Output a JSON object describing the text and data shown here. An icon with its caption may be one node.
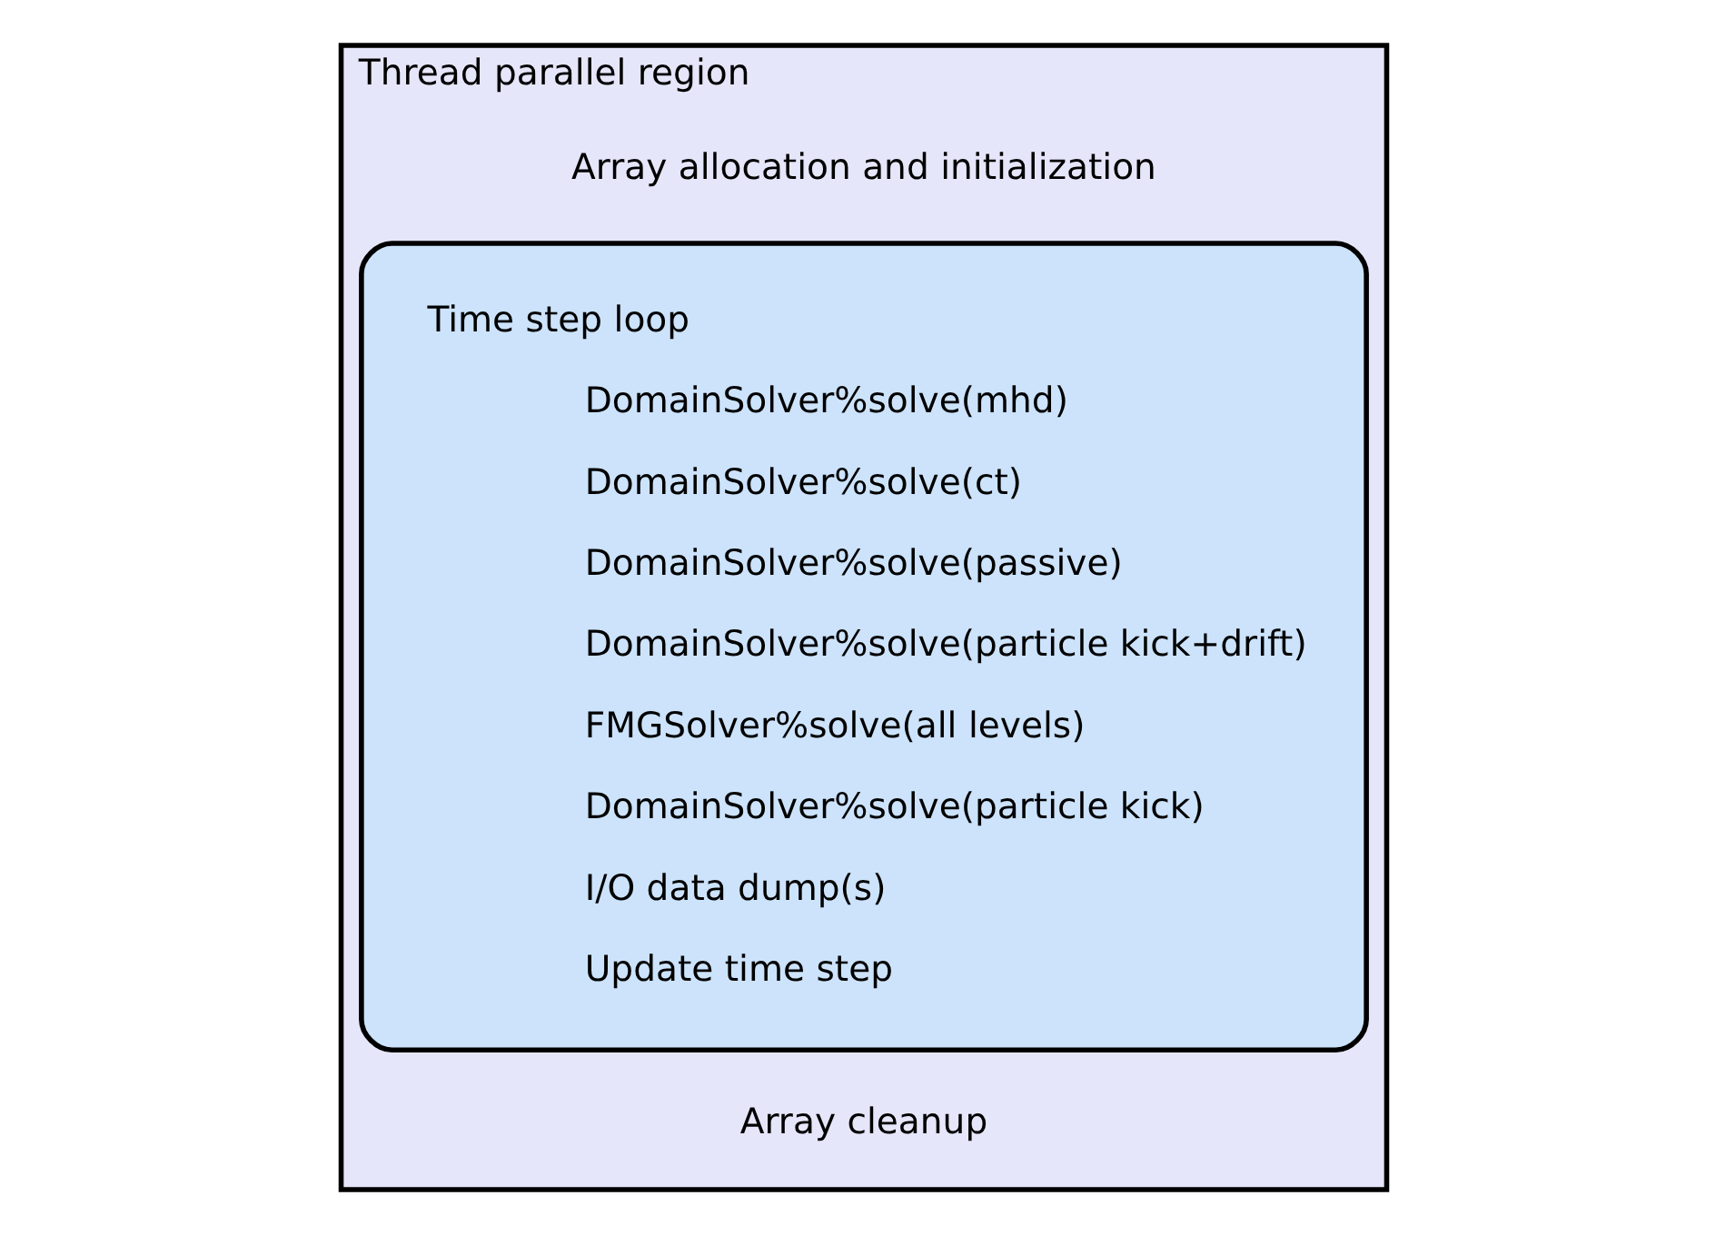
{
  "diagram": {
    "nodes": [
      {
        "text": [
          "Thread parallel region",
          "Array allocation and initialization",
          "Array cleanup"
        ]
      },
      {
        "text": [
          "Time step loop",
          "DomainSolver%solve(mhd)",
          "DomainSolver%solve(ct)",
          "DomainSolver%solve(passive)",
          "DomainSolver%solve(particle kick+drift)",
          "FMGSolver%solve(all levels)",
          "DomainSolver%solve(particle kick)",
          "I/O data dump(s)",
          "Update time step"
        ],
        "in": 0
      }
    ]
  }
}
